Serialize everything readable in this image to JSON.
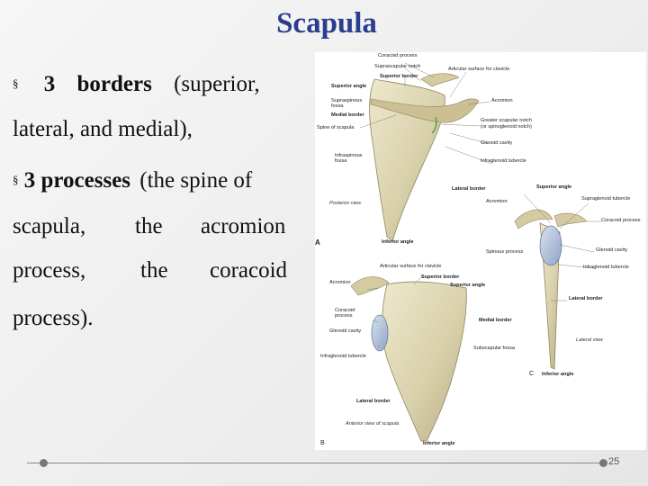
{
  "slide": {
    "title": "Scapula",
    "bullet_char": "§",
    "line1": {
      "num": "3",
      "word": "borders",
      "rest": "(superior,"
    },
    "line2": "lateral, and medial),",
    "line3": {
      "bold": "3 processes",
      "rest": "(the spine of"
    },
    "line4": {
      "a": "scapula,",
      "b": "the",
      "c": "acromion"
    },
    "line5": {
      "a": "process,",
      "b": "the",
      "c": "coracoid"
    },
    "line6": "process).",
    "page_number": "25"
  },
  "figure": {
    "labels": {
      "coracoid_process_top": "Coracoid process",
      "suprascapular_notch": "Suprascapular notch",
      "superior_border_a": "Superior border",
      "articular_clavicle_a": "Articular surface for clavicle",
      "superior_angle_a": "Superior angle",
      "supraspinous_fossa": "Supraspinous fossa",
      "acromion_a": "Acromion",
      "medial_border_a": "Medial border",
      "greater_notch_1": "Greater scapular notch",
      "greater_notch_2": "(or spinoglenoid notch)",
      "spine_of_scapula": "Spine of scapula",
      "glenoid_cavity_a": "Glenoid cavity",
      "infraspinous_fossa": "Infraspinous fossa",
      "infraglenoid_a": "Infraglenoid tubercle",
      "lateral_border_a": "Lateral border",
      "posterior_view": "Posterior view",
      "panel_a": "A",
      "inferior_angle_a": "Inferior angle",
      "superior_angle_c": "Superior angle",
      "supraglenoid_c": "Supraglenoid tubercle",
      "acromion_c": "Acromion",
      "coracoid_process_c": "Coracoid process",
      "glenoid_cavity_c": "Glenoid cavity",
      "spinous_process_c": "Spinous process",
      "infraglenoid_c": "Infraglenoid tubercle",
      "articular_clavicle_b": "Articular surface for clavicle",
      "superior_border_b": "Superior border",
      "acromion_b": "Acromion",
      "superior_angle_b": "Superior angle",
      "coracoid_process_b": "Coracoid process",
      "medial_border_b": "Medial border",
      "glenoid_cavity_b": "Glenoid cavity",
      "lateral_border_c": "Lateral border",
      "subscapular_fossa": "Subscapular fossa",
      "infraglenoid_b": "Infraglenoid tubercle",
      "lateral_view": "Lateral view",
      "panel_c": "C",
      "inferior_angle_c": "Inferior angle",
      "lateral_border_b": "Lateral border",
      "anterior_view": "Anterior view of scapula",
      "panel_b": "B",
      "inferior_angle_b": "Inferior angle"
    }
  }
}
